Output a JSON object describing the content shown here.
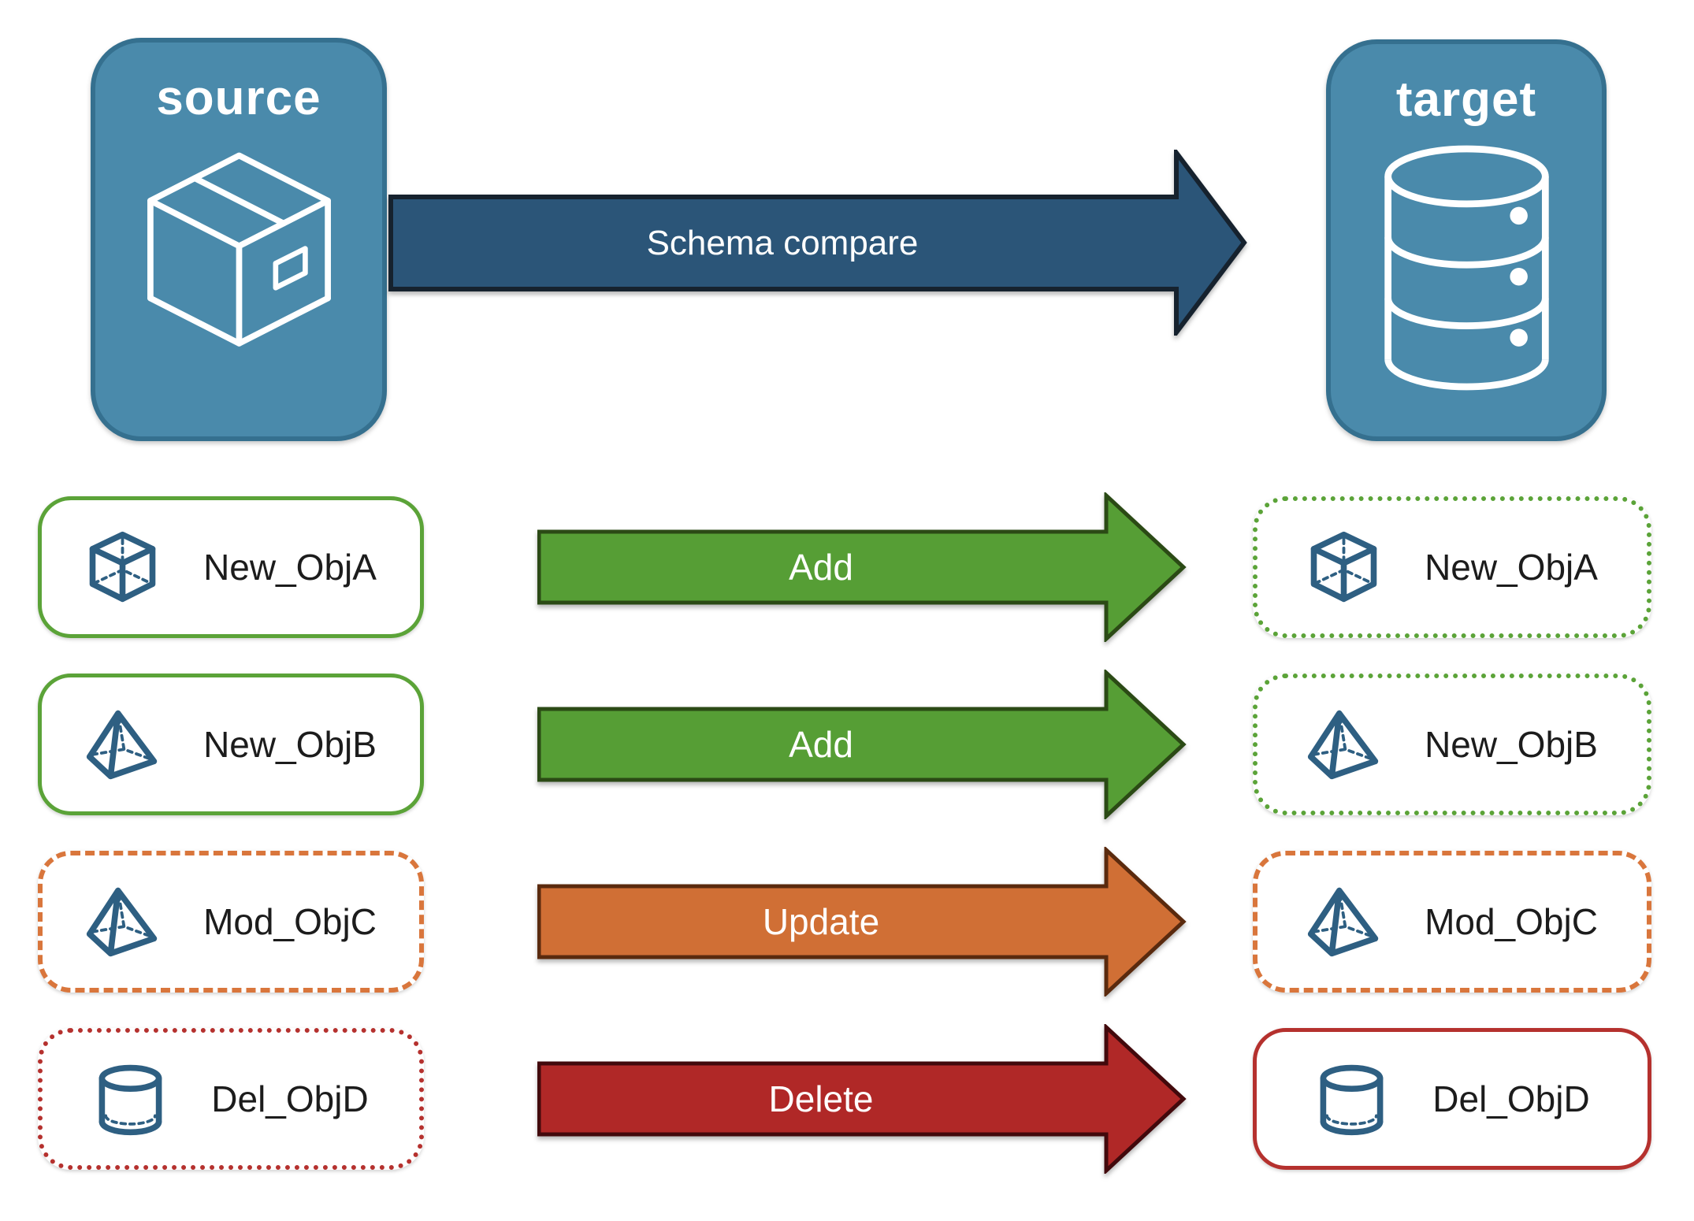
{
  "diagram": {
    "source": {
      "label": "source"
    },
    "target": {
      "label": "target"
    },
    "compare": {
      "label": "Schema compare"
    },
    "rows": [
      {
        "object": "New_ObjA",
        "action": "Add",
        "icon": "cube-icon",
        "left_border": "solid-green",
        "right_border": "dotted-green"
      },
      {
        "object": "New_ObjB",
        "action": "Add",
        "icon": "pyramid-icon",
        "left_border": "solid-green",
        "right_border": "dotted-green"
      },
      {
        "object": "Mod_ObjC",
        "action": "Update",
        "icon": "pyramid-icon",
        "left_border": "dashed-orange",
        "right_border": "dashed-orange"
      },
      {
        "object": "Del_ObjD",
        "action": "Delete",
        "icon": "cylinder-icon",
        "left_border": "dotted-red",
        "right_border": "solid-red"
      }
    ],
    "colors": {
      "node_fill": "#4a8aab",
      "node_border": "#35708f",
      "compare_arrow": "#2b5578",
      "add_arrow": "#569e35",
      "update_arrow": "#d06f35",
      "delete_arrow": "#b02827",
      "green_border": "#5ba338",
      "orange_border": "#d9763c",
      "red_border": "#b5312e",
      "object_icon": "#2e5f82"
    }
  }
}
